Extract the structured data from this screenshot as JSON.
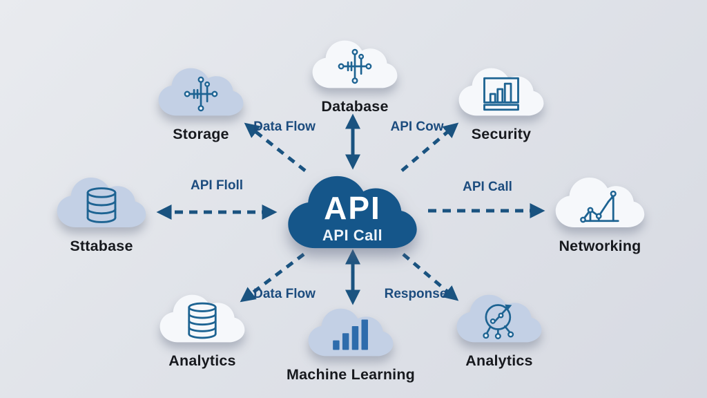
{
  "center_node": {
    "title": "API",
    "subtitle": "API Call"
  },
  "nodes": [
    {
      "id": "storage",
      "label": "Storage",
      "icon": "circuit-icon",
      "cloud_color": "#c3d0e5"
    },
    {
      "id": "database",
      "label": "Database",
      "icon": "circuit-icon",
      "cloud_color": "#f6f8fb"
    },
    {
      "id": "security",
      "label": "Security",
      "icon": "bar-chart-frame-icon",
      "cloud_color": "#f6f8fb"
    },
    {
      "id": "sttabase",
      "label": "Sttabase",
      "icon": "database-icon",
      "cloud_color": "#c3d0e5"
    },
    {
      "id": "networking",
      "label": "Networking",
      "icon": "line-chart-icon",
      "cloud_color": "#f6f8fb"
    },
    {
      "id": "analytics-left",
      "label": "Analytics",
      "icon": "database-icon",
      "cloud_color": "#f6f8fb"
    },
    {
      "id": "machine-learning",
      "label": "Machine Learning",
      "icon": "bars-icon",
      "cloud_color": "#c3d0e5"
    },
    {
      "id": "analytics-right",
      "label": "Analytics",
      "icon": "gauge-network-icon",
      "cloud_color": "#c3d0e5"
    }
  ],
  "edges": [
    {
      "id": "api-to-storage",
      "label": "Data Flow",
      "style": "dashed"
    },
    {
      "id": "api-to-database",
      "label": "",
      "style": "solid-double"
    },
    {
      "id": "api-to-security",
      "label": "API Cow",
      "style": "dashed"
    },
    {
      "id": "api-to-sttabase",
      "label": "API Floll",
      "style": "dashed-double"
    },
    {
      "id": "api-to-networking",
      "label": "API Call",
      "style": "dashed"
    },
    {
      "id": "api-to-analytics-left",
      "label": "Data Flow",
      "style": "dashed"
    },
    {
      "id": "api-to-machine-learning",
      "label": "",
      "style": "solid-double"
    },
    {
      "id": "api-to-analytics-right",
      "label": "Response",
      "style": "dashed"
    }
  ],
  "colors": {
    "background": "#e0e3e9",
    "center_cloud": "#15568a",
    "cloud_light_blue": "#c3d0e5",
    "cloud_white": "#f6f8fb",
    "arrow": "#1a5380",
    "edge_label_text": "#1c4c7e",
    "node_label_text": "#17191e",
    "icon_stroke": "#1d6392",
    "icon_bar_fill": "#2e6cac"
  }
}
